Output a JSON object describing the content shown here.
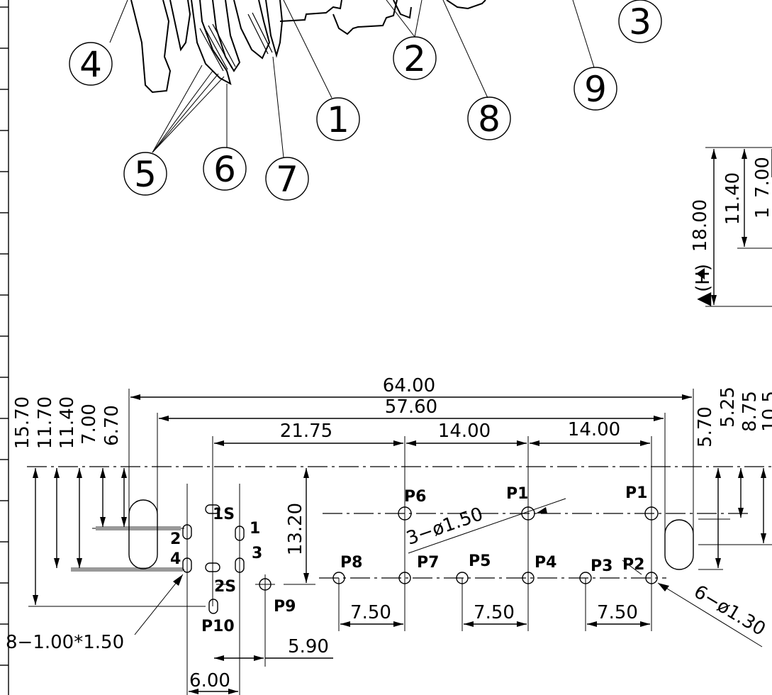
{
  "balloons": [
    "4",
    "5",
    "6",
    "7",
    "1",
    "2",
    "8",
    "9",
    "3"
  ],
  "side_view": {
    "overall_height": "18.00",
    "dims": [
      "11.40",
      "7.00"
    ],
    "h_marker": "▲(H)",
    "cut_partial": "1"
  },
  "left_vertical_dims": [
    "15.70",
    "11.70",
    "11.40",
    "7.00",
    "6.70"
  ],
  "right_vertical_dims": [
    "5.70",
    "5.25",
    "8.75",
    "10.5"
  ],
  "horizontal_dims": {
    "overall": "64.00",
    "inner": "57.60",
    "p10_to_p6": "21.75",
    "p6_to_p1": "14.00",
    "p1_to_p1": "14.00",
    "pitch_a": "7.50",
    "pitch_b": "7.50",
    "pitch_c": "7.50",
    "p9_offset": "5.90",
    "pin_span": "6.00",
    "height_13": "13.20"
  },
  "hole_notes": {
    "three_holes": "3−ø1.50",
    "six_holes": "6−ø1.30",
    "slots": "8−1.00*1.50"
  },
  "pin_labels": {
    "p6": "P6",
    "p1a": "P1",
    "p1b": "P1",
    "p8": "P8",
    "p7": "P7",
    "p5": "P5",
    "p4": "P4",
    "p3": "P3",
    "p2": "P2",
    "p9": "P9",
    "p10": "P10"
  },
  "contact_labels": {
    "c1s": "1S",
    "c2s": "2S",
    "c1": "1",
    "c2": "2",
    "c3": "3",
    "c4": "4"
  }
}
